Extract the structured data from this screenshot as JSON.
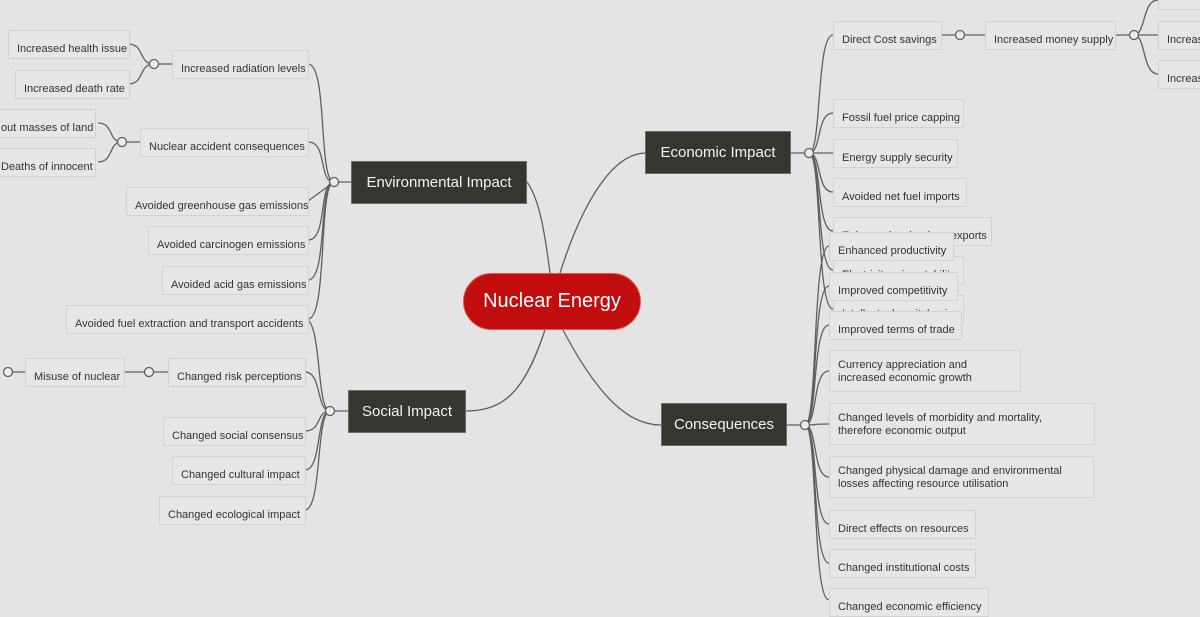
{
  "root": {
    "label": "Nuclear Energy"
  },
  "branches": {
    "environmental": "Environmental Impact",
    "social": "Social Impact",
    "economic": "Economic Impact",
    "consequences": "Consequences"
  },
  "environmental": {
    "radiation": "Increased radiation levels",
    "health_issue": "Increased health issue",
    "death_rate": "Increased death rate",
    "accident": "Nuclear accident consequences",
    "wiping_land": "out masses of land",
    "deaths_innocent": "Deaths of innocent",
    "greenhouse": "Avoided greenhouse gas emissions",
    "carcinogen": "Avoided carcinogen emissions",
    "acid_gas": "Avoided acid gas emissions",
    "fuel_extraction": "Avoided fuel extraction and transport accidents"
  },
  "social": {
    "risk_perceptions": "Changed risk perceptions",
    "misuse": "Misuse of nuclear",
    "consensus": "Changed social consensus",
    "cultural": "Changed cultural impact",
    "ecological": "Changed ecological impact"
  },
  "economic": {
    "direct_cost": "Direct Cost savings",
    "money_supply": "Increased money supply",
    "increas_1": "Increas",
    "increas_2": "Increas",
    "fossil_capping": "Fossil fuel price capping",
    "supply_security": "Energy supply security",
    "net_imports": "Avoided net fuel imports",
    "tech_exports": "Enhanced technology exports",
    "price_stability": "Electricity price stability",
    "capital_gains": "Intellectual capital gains"
  },
  "consequences": {
    "productivity": "Enhanced productivity",
    "competitivity": "Improved competitivity",
    "terms_of_trade": "Improved terms of trade",
    "currency": "Currency appreciation and increased economic growth",
    "morbidity": "Changed levels of morbidity and mortality, therefore economic output",
    "physical_damage": "Changed physical damage and environmental losses affecting resource utilisation",
    "resources": "Direct effects on resources",
    "institutional": "Changed institutional costs",
    "efficiency": "Changed economic efficiency"
  }
}
